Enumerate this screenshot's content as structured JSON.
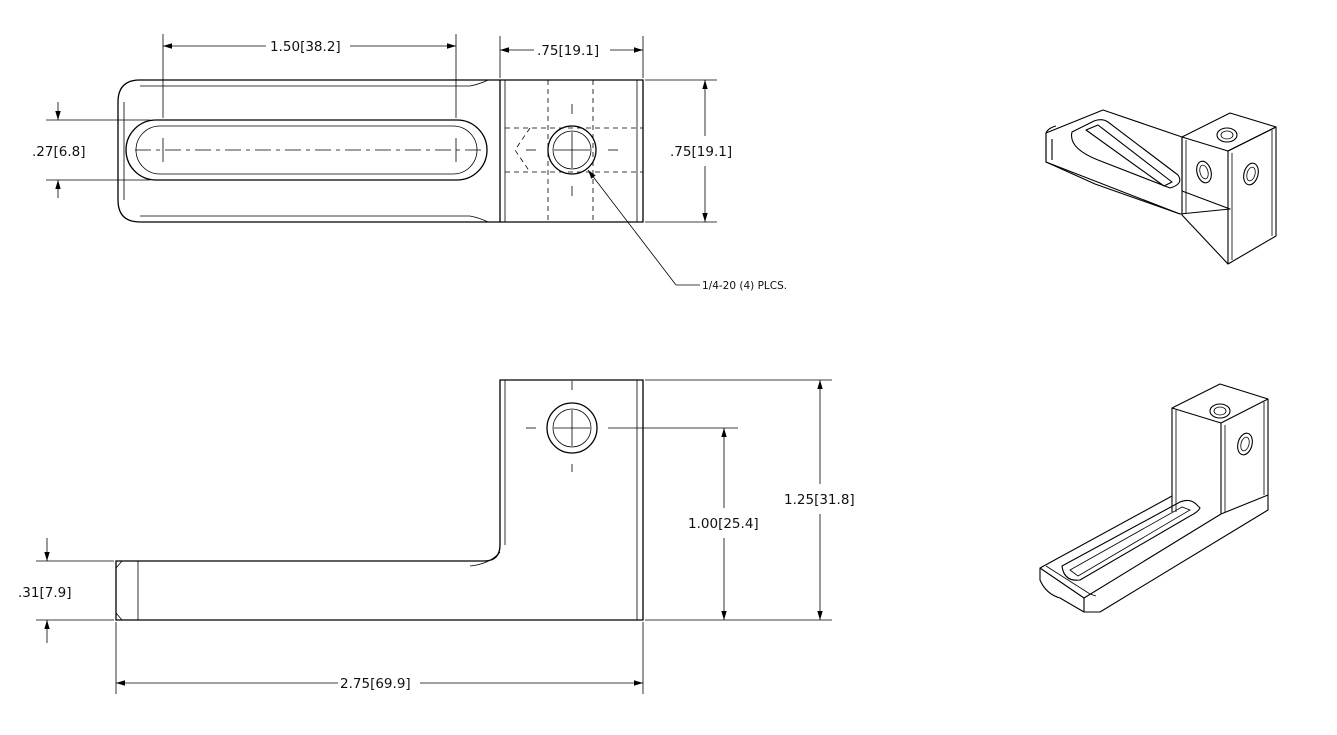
{
  "dimensions": {
    "slot_length": "1.50",
    "slot_length_mm": "38.2",
    "block_width_top": ".75",
    "block_width_top_mm": "19.1",
    "slot_width": ".27",
    "slot_width_mm": "6.8",
    "block_depth": ".75",
    "block_depth_mm": "19.1",
    "hole_height": "1.00",
    "hole_height_mm": "25.4",
    "overall_height": "1.25",
    "overall_height_mm": "31.8",
    "base_thickness": ".31",
    "base_thickness_mm": "7.9",
    "overall_length": "2.75",
    "overall_length_mm": "69.9"
  },
  "notes": {
    "thread_callout": "1/4-20 (4) PLCS."
  }
}
